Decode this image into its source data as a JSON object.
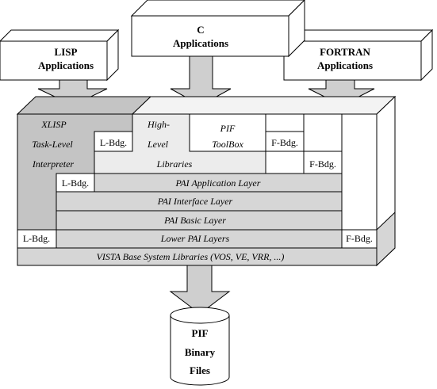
{
  "apps": {
    "lisp": [
      "LISP",
      "Applications"
    ],
    "c": [
      "C",
      "Applications"
    ],
    "fortran": [
      "FORTRAN",
      "Applications"
    ]
  },
  "blocks": {
    "xlisp": [
      "XLISP",
      "Task-Level",
      "Interpreter"
    ],
    "high_level": [
      "High-",
      "Level",
      "Libraries"
    ],
    "pif_toolbox": [
      "PIF",
      "ToolBox"
    ]
  },
  "bridges": {
    "lisp_bridge": "L-Bdg.",
    "fortran_bridge": "F-Bdg."
  },
  "layers": {
    "application": "PAI Application Layer",
    "interface": "PAI Interface Layer",
    "basic": "PAI Basic Layer",
    "lower": "Lower PAI Layers",
    "vista": "VISTA Base System Libraries (VOS, VE, VRR, ...)"
  },
  "files": [
    "PIF",
    "Binary",
    "Files"
  ],
  "colors": {
    "light_gray": "#ececec",
    "mid_gray": "#d6d6d6",
    "dark_gray": "#c4c4c4",
    "arrow_gray": "#cfcfcf"
  }
}
